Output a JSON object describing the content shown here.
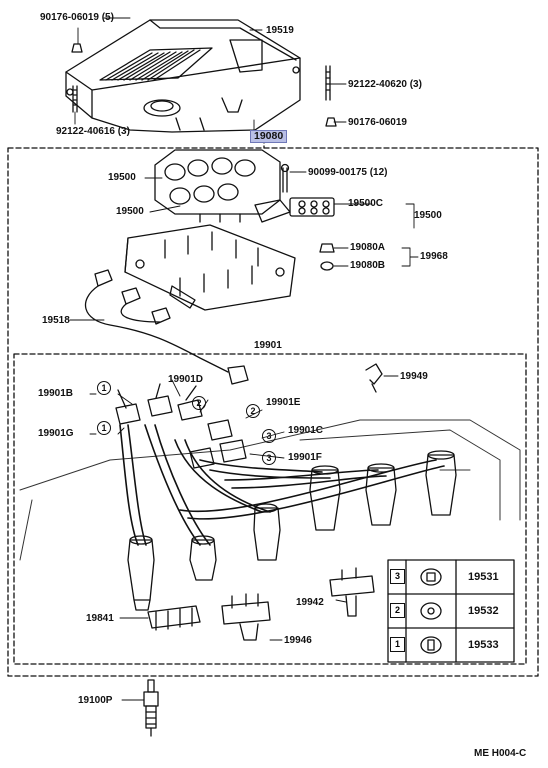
{
  "labels": {
    "p90176_06019_5": "90176-06019 (5)",
    "p19519": "19519",
    "p92122_40620": "92122-40620 (3)",
    "p92122_40616": "92122-40616 (3)",
    "p19080": "19080",
    "p90176_06019": "90176-06019",
    "p19500_a": "19500",
    "p90099_00175": "90099-00175 (12)",
    "p19500_b": "19500",
    "p19500C": "19500C",
    "p19500_c": "19500",
    "p19080A": "19080A",
    "p19080B": "19080B",
    "p19968": "19968",
    "p19518": "19518",
    "p19901": "19901",
    "p19901D": "19901D",
    "p19949": "19949",
    "p19901B": "19901B",
    "p19901E": "19901E",
    "p19901G": "19901G",
    "p19901C": "19901C",
    "p19901F": "19901F",
    "p19942": "19942",
    "p19841": "19841",
    "p19946": "19946",
    "p19100P": "19100P",
    "code": "ME  H004-C"
  },
  "circled": {
    "b1": "1",
    "g1": "1",
    "d2": "2",
    "e2": "2",
    "c3": "3",
    "f3": "3"
  },
  "legend": {
    "rows": [
      {
        "num": "3",
        "part": "19531"
      },
      {
        "num": "2",
        "part": "19532"
      },
      {
        "num": "1",
        "part": "19533"
      }
    ]
  }
}
